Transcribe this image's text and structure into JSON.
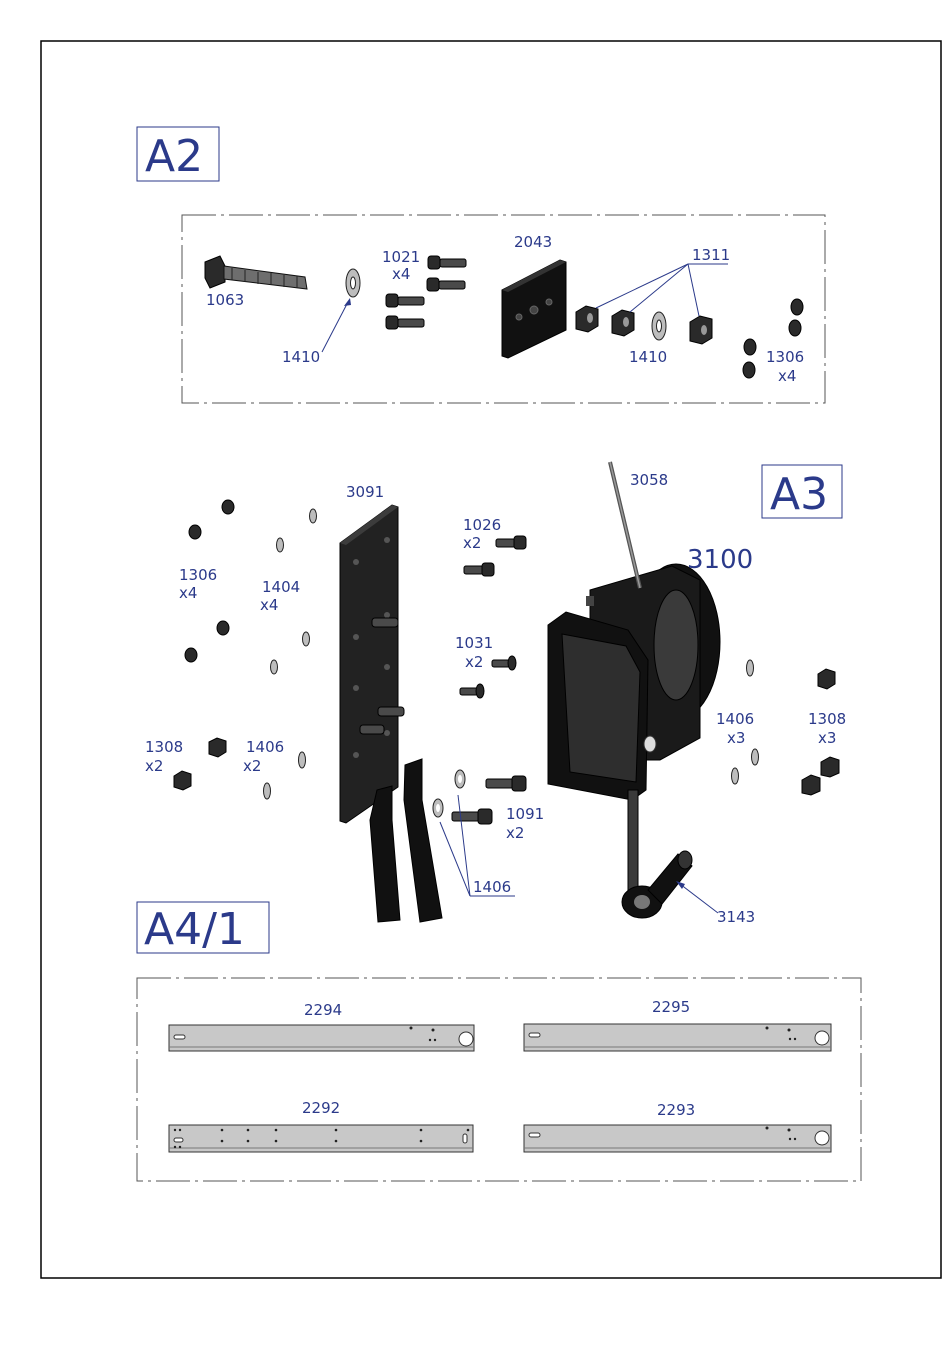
{
  "sections": {
    "a2": "A2",
    "a3": "A3",
    "a4": "A4/1"
  },
  "a2_labels": {
    "p1063": "1063",
    "p1410a": "1410",
    "p1021": "1021",
    "p1021_qty": "x4",
    "p2043": "2043",
    "p1311": "1311",
    "p1410b": "1410",
    "p1306": "1306",
    "p1306_qty": "x4"
  },
  "a3_labels": {
    "p3091": "3091",
    "p3058": "3058",
    "p3100": "3100",
    "p1026": "1026",
    "p1026_qty": "x2",
    "p1306": "1306",
    "p1306_qty": "x4",
    "p1404": "1404",
    "p1404_qty": "x4",
    "p1031": "1031",
    "p1031_qty": "x2",
    "p1406r": "1406",
    "p1406r_qty": "x3",
    "p1308r": "1308",
    "p1308r_qty": "x3",
    "p1308l": "1308",
    "p1308l_qty": "x2",
    "p1406l": "1406",
    "p1406l_qty": "x2",
    "p1091": "1091",
    "p1091_qty": "x2",
    "p1406b": "1406",
    "p3143": "3143"
  },
  "a4_labels": {
    "p2294": "2294",
    "p2295": "2295",
    "p2292": "2292",
    "p2293": "2293"
  }
}
